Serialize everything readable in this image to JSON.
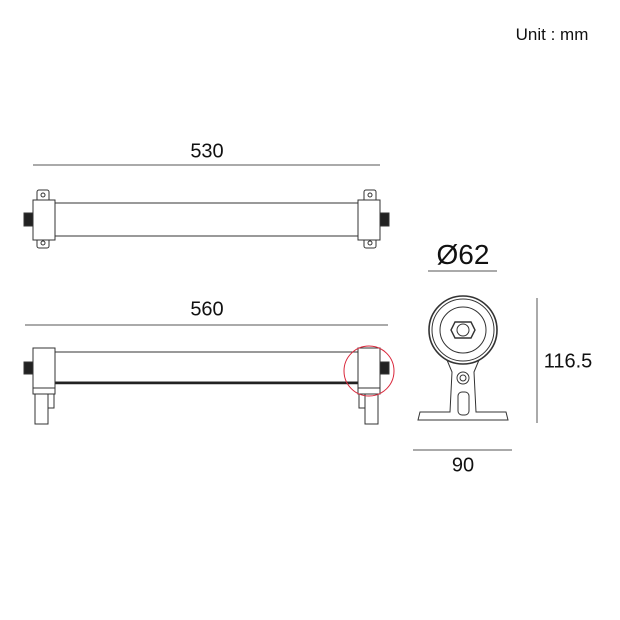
{
  "unit_label": "Unit : mm",
  "dimensions": {
    "top_length": "530",
    "side_length": "560",
    "diameter": "Ø62",
    "height": "116.5",
    "base_width": "90"
  },
  "colors": {
    "line": "#333333",
    "highlight": "#d9263a"
  }
}
